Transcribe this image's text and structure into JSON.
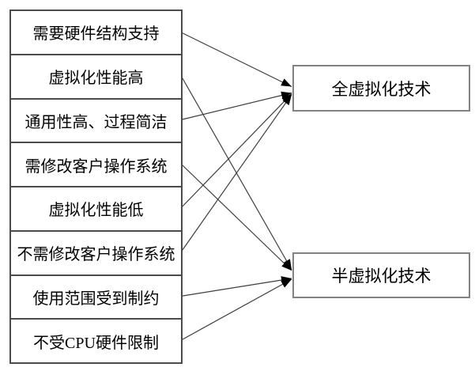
{
  "diagram": {
    "features": [
      {
        "label": "需要硬件结构支持",
        "target": "full"
      },
      {
        "label": "虚拟化性能高",
        "target": "para"
      },
      {
        "label": "通用性高、过程简洁",
        "target": "full"
      },
      {
        "label": "需修改客户操作系统",
        "target": "para"
      },
      {
        "label": "虚拟化性能低",
        "target": "full"
      },
      {
        "label": "不需修改客户操作系统",
        "target": "full"
      },
      {
        "label": "使用范围受到制约",
        "target": "para"
      },
      {
        "label": "不受CPU硬件限制",
        "target": "para"
      }
    ],
    "targets": {
      "full": {
        "label": "全虚拟化技术"
      },
      "para": {
        "label": "半虚拟化技术"
      }
    },
    "colors": {
      "background": "#ffffff",
      "text": "#000000",
      "feature_border": "#4b4b4b",
      "target_border": "#828282",
      "connector_line": "#3d3d3d",
      "arrowhead": "#000000"
    }
  }
}
